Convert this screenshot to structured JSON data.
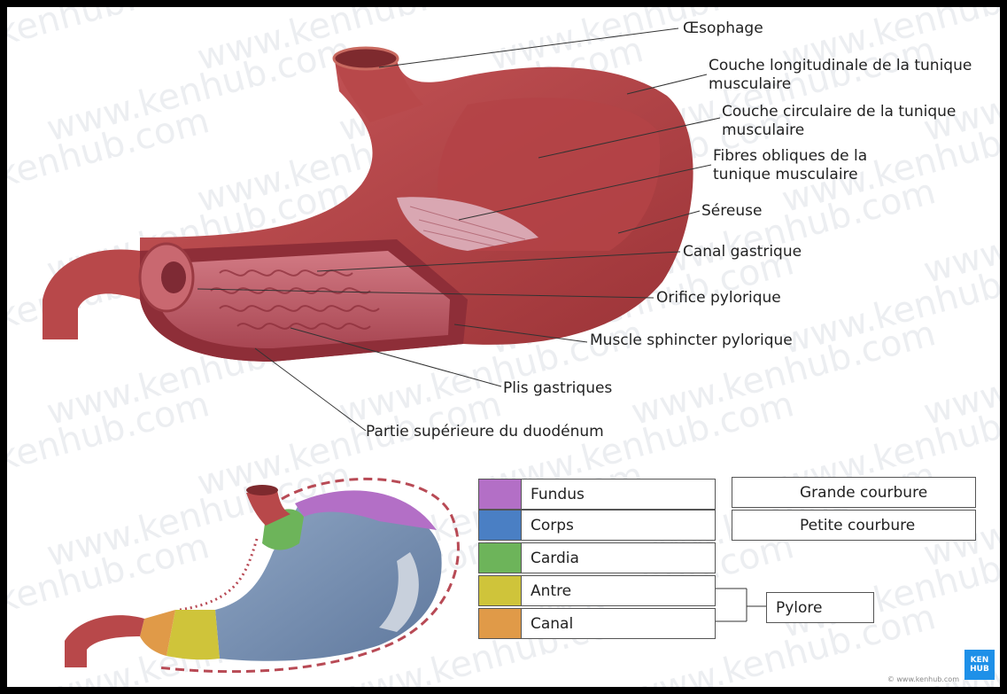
{
  "labels": {
    "esophagus": "Œsophage",
    "longitudinal": "Couche longitudinale de la tunique musculaire",
    "circular": "Couche circulaire de la tunique musculaire",
    "oblique": "Fibres obliques de la tunique musculaire",
    "serosa": "Séreuse",
    "gastric_canal": "Canal gastrique",
    "pyloric_orifice": "Orifice pylorique",
    "pyloric_sphincter": "Muscle sphincter pylorique",
    "gastric_folds": "Plis gastriques",
    "duodenum": "Partie supérieure du duodénum"
  },
  "legend": {
    "regions": [
      {
        "label": "Fundus",
        "color": "#b36fc6"
      },
      {
        "label": "Corps",
        "color": "#4a7fc4"
      },
      {
        "label": "Cardia",
        "color": "#6db45a"
      },
      {
        "label": "Antre",
        "color": "#cfc43a"
      },
      {
        "label": "Canal",
        "color": "#e09a48"
      }
    ],
    "greater_curvature": "Grande courbure",
    "lesser_curvature": "Petite courbure",
    "pylorus": "Pylore"
  },
  "watermark": "www.kenhub.com",
  "credit": "© www.kenhub.com",
  "logo": {
    "line1": "KEN",
    "line2": "HUB"
  },
  "colors": {
    "muscle": "#b8484a",
    "mucosa": "#c9626e",
    "serosa": "#f2c9a6",
    "legend_line": "#b84a55"
  }
}
